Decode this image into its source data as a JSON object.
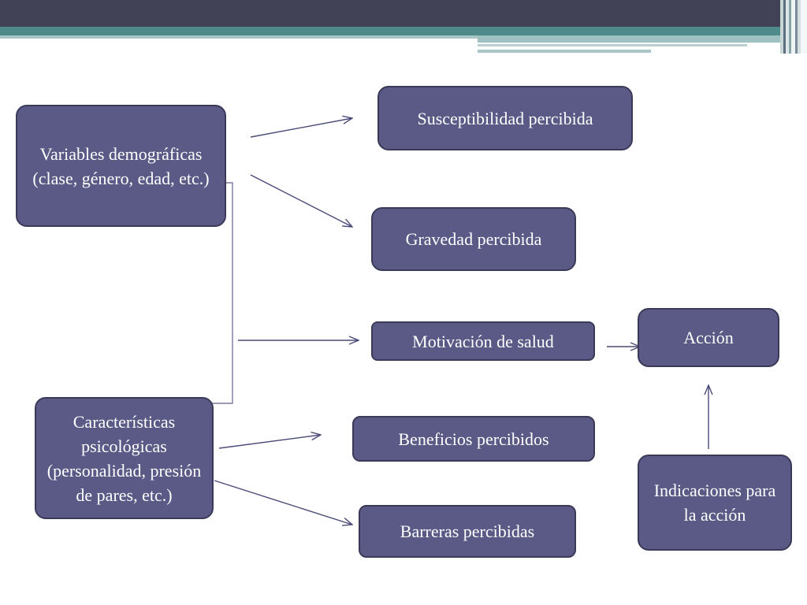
{
  "theme": {
    "box_fill": "#5b5a87",
    "box_border": "#3a3a58",
    "box_text": "#ffffff",
    "arrow_color": "#4a4a78",
    "header_dark": "#424257",
    "header_teal": "#4e8a8a"
  },
  "nodes": {
    "variables_demograficas": "Variables demográficas (clase, género, edad, etc.)",
    "caracteristicas_psicologicas": "Características psicológicas (personalidad, presión de pares, etc.)",
    "susceptibilidad_percibida": "Susceptibilidad percibida",
    "gravedad_percibida": "Gravedad percibida",
    "motivacion_de_salud": "Motivación de salud",
    "beneficios_percibidos": "Beneficios percibidos",
    "barreras_percibidas": "Barreras percibidas",
    "accion": "Acción",
    "indicaciones_para_la_accion": "Indicaciones para la acción"
  },
  "edges": [
    {
      "from": "variables_demograficas",
      "to": "susceptibilidad_percibida"
    },
    {
      "from": "variables_demograficas",
      "to": "gravedad_percibida"
    },
    {
      "from": "variables_demograficas",
      "to": "motivacion_de_salud"
    },
    {
      "from": "caracteristicas_psicologicas",
      "to": "motivacion_de_salud"
    },
    {
      "from": "caracteristicas_psicologicas",
      "to": "beneficios_percibidos"
    },
    {
      "from": "caracteristicas_psicologicas",
      "to": "barreras_percibidas"
    },
    {
      "from": "motivacion_de_salud",
      "to": "accion"
    },
    {
      "from": "indicaciones_para_la_accion",
      "to": "accion"
    }
  ]
}
